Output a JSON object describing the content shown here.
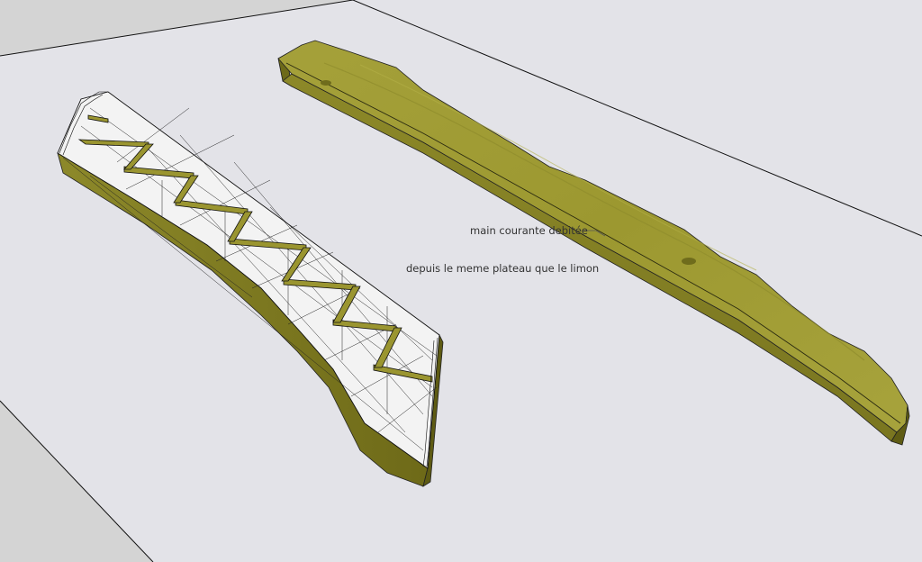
{
  "annotation": {
    "line1": "main courante debitée",
    "line2": "depuis le meme plateau que le limon"
  },
  "colors": {
    "ground": "#d4d4d4",
    "plane": "#e3e3e8",
    "wood_top": "#a9a53a",
    "wood_side": "#8a8528",
    "wood_dark": "#6b6817",
    "cut_face": "#f4f4f4",
    "edge": "#1a1a1a"
  },
  "icons": {
    "stringer": "stair-stringer-model",
    "handrail": "handrail-board-model"
  }
}
